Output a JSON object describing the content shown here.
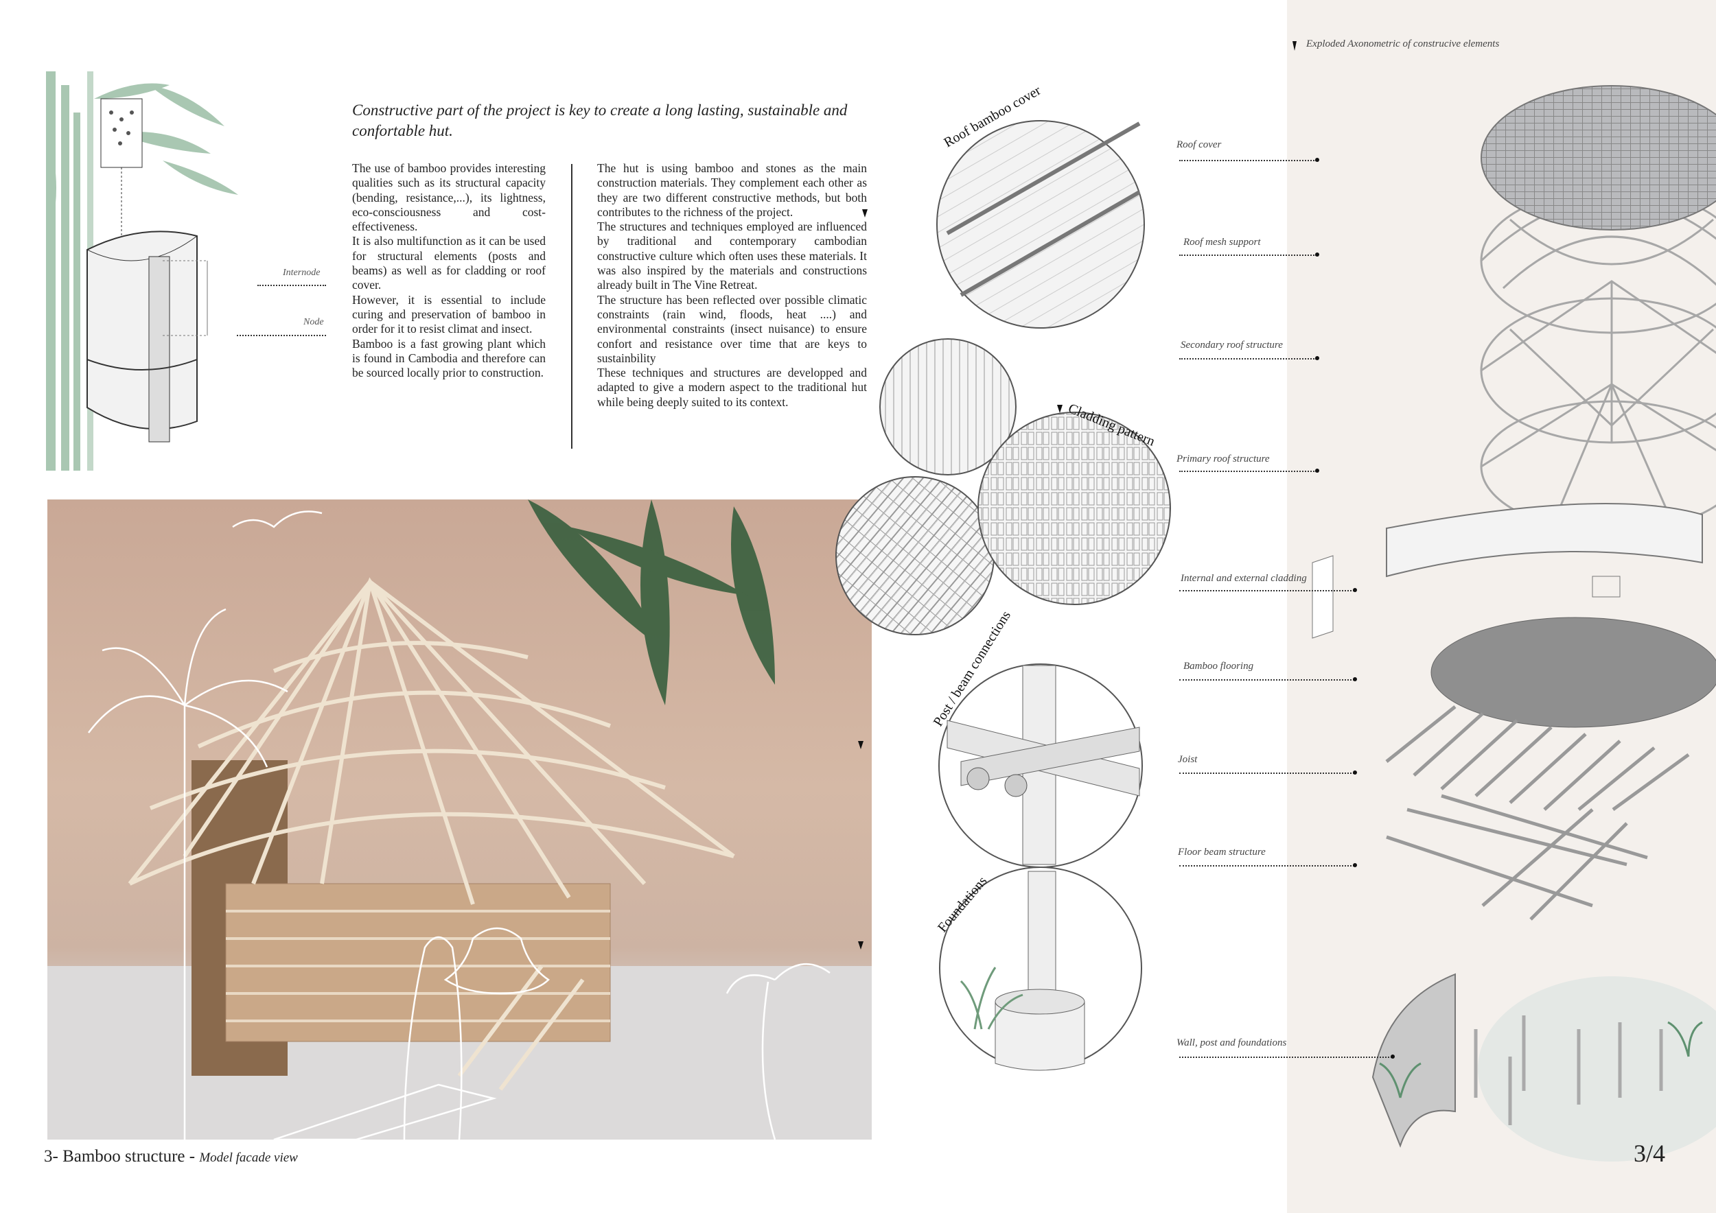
{
  "axonometric": {
    "title": "Exploded Axonometric of construcive elements",
    "labels": [
      "Roof cover",
      "Roof mesh support",
      "Secondary roof structure",
      "Primary roof structure",
      "Internal and external cladding",
      "Bamboo flooring",
      "Joist",
      "Floor beam structure",
      "Wall, post and foundations"
    ]
  },
  "bamboo_diagram": {
    "internode": "Internode",
    "node": "Node"
  },
  "intro": {
    "heading": "Constructive part of the project is key to create a long lasting, sustainable and confortable hut.",
    "col1": [
      "The use of bamboo provides interesting qualities such as its structural capacity (bending, resistance,...), its lightness, eco-consciousness and cost-effectiveness.",
      "It is also multifunction as it can be used for structural elements (posts and beams) as well as for cladding or roof cover.",
      "However, it is essential to include curing and preservation of bamboo in order for it to resist  climat and insect.",
      "Bamboo is a fast growing plant which is found in Cambodia and therefore can be sourced locally prior to construction."
    ],
    "col2": [
      "The hut is using bamboo and stones as the main construction materials. They complement each other as they are two different constructive methods, but both contributes to the richness of the project.",
      "The structures and techniques employed are influenced by traditional and contemporary cambodian constructive culture which often uses these materials. It was also inspired by the materials and constructions already built in The Vine Retreat.",
      "The structure has been reflected over possible climatic constraints (rain wind, floods, heat ....) and environmental constraints (insect nuisance) to ensure confort and resistance over time that are keys to sustainbility",
      "These techniques and structures are developped and adapted to give a modern aspect to the traditional hut while being deeply suited to its context."
    ]
  },
  "details": {
    "roof": "Roof bamboo cover",
    "cladding": "Cladding pattern",
    "connections": "Post / beam connections",
    "foundations": "Foundations"
  },
  "caption": {
    "main": "3- Bamboo structure - ",
    "sub": "Model facade view"
  },
  "page_number": "3/4",
  "colors": {
    "panel": "#f4f0ec",
    "green": "#9fbfa8",
    "roof_grey": "#b9babd"
  }
}
